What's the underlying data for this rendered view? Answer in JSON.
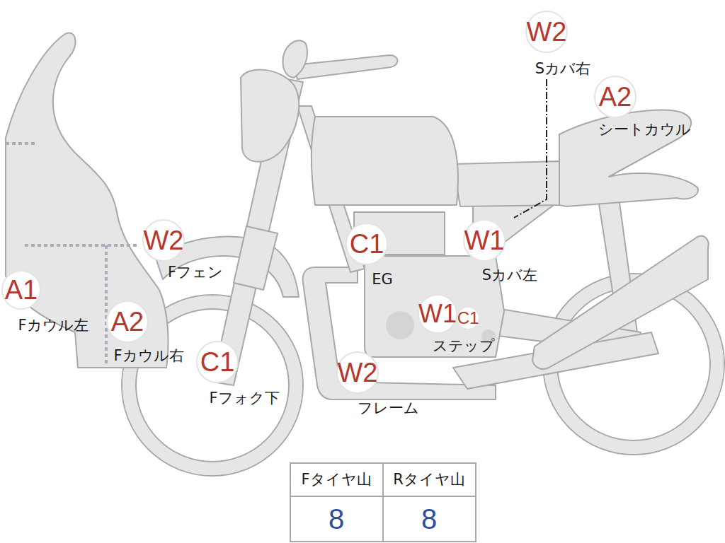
{
  "diagram": {
    "nodes": [
      {
        "text": [
          "W2",
          "Sカバ右"
        ]
      },
      {
        "text": [
          "A2",
          "シートカウル"
        ]
      },
      {
        "text": [
          "C1",
          "EG"
        ]
      },
      {
        "text": [
          "W1",
          "Sカバ左"
        ]
      },
      {
        "text": [
          "W2",
          "Fフェン"
        ]
      },
      {
        "text": [
          "A1",
          "Fカウル左"
        ]
      },
      {
        "text": [
          "A2",
          "Fカウル右"
        ]
      },
      {
        "text": [
          "W1",
          "ステップ"
        ]
      },
      {
        "text": [
          "C1"
        ]
      },
      {
        "text": [
          "C1",
          "Fフォク下"
        ]
      },
      {
        "text": [
          "W2",
          "フレーム"
        ]
      }
    ],
    "labels": [
      "Fタイヤ山",
      "Rタイヤ山",
      "8",
      "8"
    ]
  }
}
